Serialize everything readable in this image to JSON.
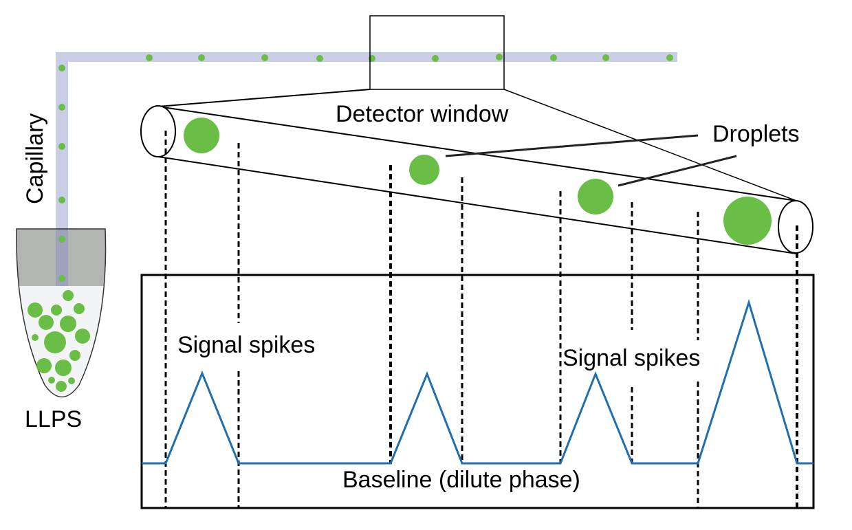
{
  "labels": {
    "capillary": "Capillary",
    "llps": "LLPS",
    "detector_window": "Detector window",
    "droplets": "Droplets",
    "signal_spikes_1": "Signal spikes",
    "signal_spikes_2": "Signal spikes",
    "baseline": "Baseline (dilute phase)"
  },
  "colors": {
    "capillary": "#c9cde6",
    "droplet": "#6abd45",
    "signal": "#1f6fb0",
    "tube_dark": "#b3b5b3",
    "tube_light": "#f3f4f6",
    "outline": "#000000"
  },
  "signal": {
    "description": "Four triangular spikes above a flat baseline",
    "spikes": [
      {
        "droplet": 1,
        "relative_height": 0.5
      },
      {
        "droplet": 2,
        "relative_height": 0.5
      },
      {
        "droplet": 3,
        "relative_height": 0.5
      },
      {
        "droplet": 4,
        "relative_height": 0.97
      }
    ]
  }
}
